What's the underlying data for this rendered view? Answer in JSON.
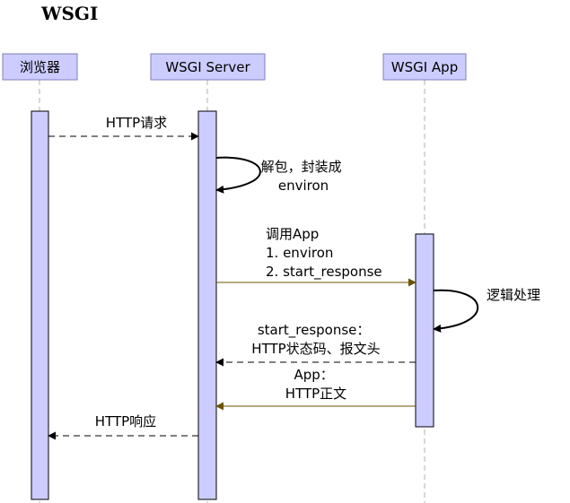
{
  "title": "WSGI",
  "colors": {
    "actor_fill": "#ccccff",
    "actor_stroke": "#7f7fbf",
    "activation_fill": "#ccccff",
    "call_arrow": "#6b5300",
    "return_arrow": "#000000",
    "lifeline": "#b0b0b0"
  },
  "actors": [
    {
      "id": "browser",
      "label": "浏览器"
    },
    {
      "id": "server",
      "label": "WSGI Server"
    },
    {
      "id": "app",
      "label": "WSGI App"
    }
  ],
  "messages": [
    {
      "id": "http-request",
      "from": "browser",
      "to": "server",
      "style": "dashed",
      "lines": [
        "HTTP请求"
      ]
    },
    {
      "id": "parse-package",
      "from": "server",
      "to": "server",
      "style": "self",
      "lines": [
        "解包，封装成",
        "environ"
      ]
    },
    {
      "id": "call-app",
      "from": "server",
      "to": "app",
      "style": "solid",
      "lines": [
        "调用App",
        "1. environ",
        "2. start_response"
      ]
    },
    {
      "id": "logic-processing",
      "from": "app",
      "to": "app",
      "style": "self",
      "lines": [
        "逻辑处理"
      ]
    },
    {
      "id": "start-response-return",
      "from": "app",
      "to": "server",
      "style": "dashed",
      "lines": [
        "start_response：",
        "HTTP状态码、报文头"
      ]
    },
    {
      "id": "app-body-return",
      "from": "app",
      "to": "server",
      "style": "solid",
      "lines": [
        "App：",
        "HTTP正文"
      ]
    },
    {
      "id": "http-response",
      "from": "server",
      "to": "browser",
      "style": "dashed",
      "lines": [
        "HTTP响应"
      ]
    }
  ]
}
